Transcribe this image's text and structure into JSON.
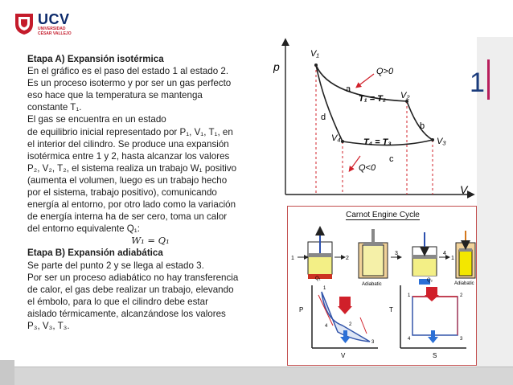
{
  "logo": {
    "name": "UCV",
    "subtitle_line1": "UNIVERSIDAD",
    "subtitle_line2": "CÉSAR VALLEJO"
  },
  "slide_number": "1",
  "text": {
    "heading_a": "Etapa A) Expansión isotérmica",
    "para_a": [
      "En el gráfico es el paso del estado 1 al estado 2.",
      "Es un proceso isotermo y por ser un gas perfecto",
      "eso hace que la temperatura se mantenga",
      "constante T₁.",
      "El gas se encuentra en un estado",
      "de equilibrio inicial representado por P₁, V₁, T₁, en",
      "el interior del cilindro. Se produce una expansión",
      "isotérmica entre 1 y 2, hasta alcanzar los valores",
      "P₂, V₂, T₂, el sistema realiza un trabajo W₁ positivo",
      "(aumenta el volumen, luego es un trabajo hecho",
      "por el sistema, trabajo positivo), comunicando",
      "energía al entorno, por otro lado como la variación",
      "de energía interna ha de ser cero, toma un calor",
      "del entorno equivalente Q₁:"
    ],
    "equation": "W₁ = Q₁",
    "heading_b": "Etapa B) Expansión adiabática",
    "para_b": [
      "Se parte del punto 2 y se llega al estado 3.",
      "Por ser un proceso adiabático no hay transferencia",
      "de calor, el gas debe realizar un trabajo, elevando",
      "el émbolo, para lo que el cilindro debe estar",
      "aislado térmicamente, alcanzándose los valores",
      "P₃, V₃, T₃."
    ]
  },
  "pv_diagram": {
    "axis_y": "p",
    "axis_x": "V",
    "points": {
      "v1": "V₁",
      "v2": "V₂",
      "v3": "V₃",
      "v4": "V₄"
    },
    "heat_in": "Q>0",
    "heat_out": "Q<0",
    "path_labels": {
      "a": "a",
      "b": "b",
      "c": "c",
      "d": "d"
    },
    "isotherm_hot": "T₁ = T₂",
    "isotherm_cold": "T₄ = T₃"
  },
  "carnot": {
    "title": "Carnot Engine Cycle",
    "step_labels": [
      "1",
      "2",
      "3",
      "4",
      "1"
    ],
    "heat_labels": {
      "q1": "Q₁",
      "q2": "Q₂"
    },
    "adiabatic_1": "Adiabatic",
    "adiabatic_2": "Adiabatic",
    "pv_axes": {
      "y": "P",
      "x": "V"
    },
    "ts_axes": {
      "y": "T",
      "x": "S"
    },
    "pv_points": [
      "1",
      "2",
      "3",
      "4"
    ],
    "ts_points": [
      "1",
      "2",
      "3",
      "4"
    ]
  },
  "colors": {
    "ucv_blue": "#0d2a6b",
    "ucv_red": "#c41b2b",
    "curve_red": "#d0202a",
    "cycle_blue": "#3355aa"
  }
}
